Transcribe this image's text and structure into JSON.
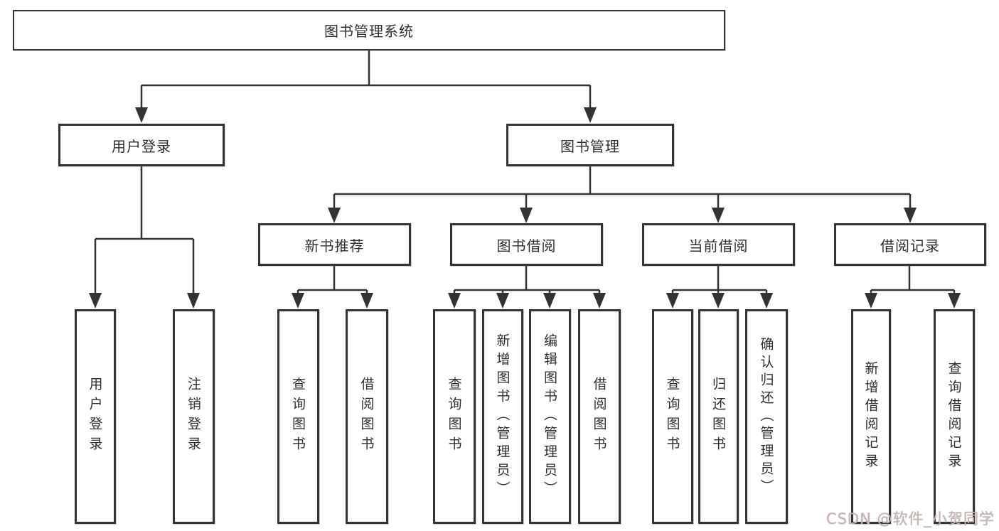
{
  "colors": {
    "line": "#333333",
    "box_border": "#333333",
    "text": "#2f2f2f",
    "background": "#ffffff",
    "watermark": "#c9b4b4"
  },
  "watermark": {
    "text": "CSDN @软件_小贺同学"
  },
  "tree": {
    "label": "图书管理系统",
    "children": [
      {
        "label": "用户登录",
        "children": [
          {
            "label": "用户登录"
          },
          {
            "label": "注销登录"
          }
        ]
      },
      {
        "label": "图书管理",
        "children": [
          {
            "label": "新书推荐",
            "children": [
              {
                "label": "查询图书"
              },
              {
                "label": "借阅图书"
              }
            ]
          },
          {
            "label": "图书借阅",
            "children": [
              {
                "label": "查询图书"
              },
              {
                "label": "新增图书（管理员）"
              },
              {
                "label": "编辑图书（管理员）"
              },
              {
                "label": "借阅图书"
              }
            ]
          },
          {
            "label": "当前借阅",
            "children": [
              {
                "label": "查询图书"
              },
              {
                "label": "归还图书"
              },
              {
                "label": "确认归还（管理员）"
              }
            ]
          },
          {
            "label": "借阅记录",
            "children": [
              {
                "label": "新增借阅记录"
              },
              {
                "label": "查询借阅记录"
              }
            ]
          }
        ]
      }
    ]
  }
}
